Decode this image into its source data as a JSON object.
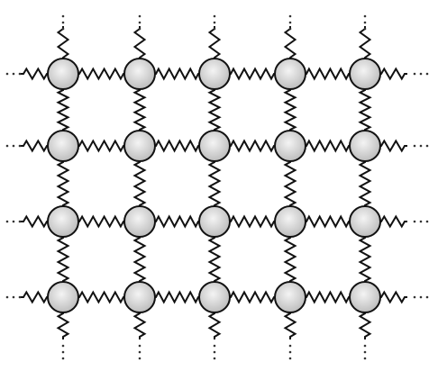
{
  "lattice": {
    "rows": 4,
    "columns": 5,
    "node_shape": "circle",
    "connector": "spring",
    "continues_beyond_edges": true,
    "colors": {
      "background": "#ffffff",
      "spring": "#111111",
      "node_outline": "#111111",
      "node_fill_center": "#f4f4f4",
      "node_fill_edge": "#bdbdbd",
      "continuation_dots": "#333333"
    }
  }
}
